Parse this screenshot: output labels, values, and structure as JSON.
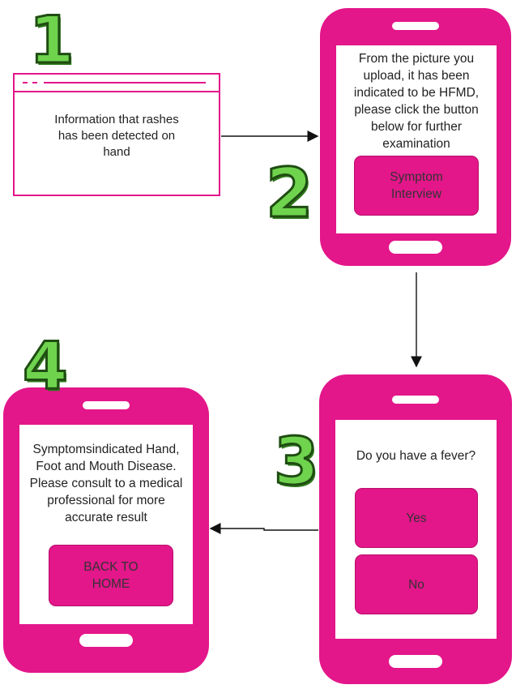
{
  "colors": {
    "accent": "#e3168a",
    "step_number": "#6fd34e"
  },
  "steps": {
    "one": "1",
    "two": "2",
    "three": "3",
    "four": "4"
  },
  "window": {
    "message": "Information that rashes has been detected on hand"
  },
  "phone_2": {
    "message": "From the picture you upload, it has been indicated to be HFMD, please click the button below for further examination",
    "button": "Symptom Interview"
  },
  "phone_3": {
    "question": "Do you have a fever?",
    "yes_button": "Yes",
    "no_button": "No"
  },
  "phone_4": {
    "message": "Symptomsindicated Hand, Foot and Mouth Disease. Please consult to a medical professional for more accurate result",
    "button": "BACK TO HOME"
  }
}
